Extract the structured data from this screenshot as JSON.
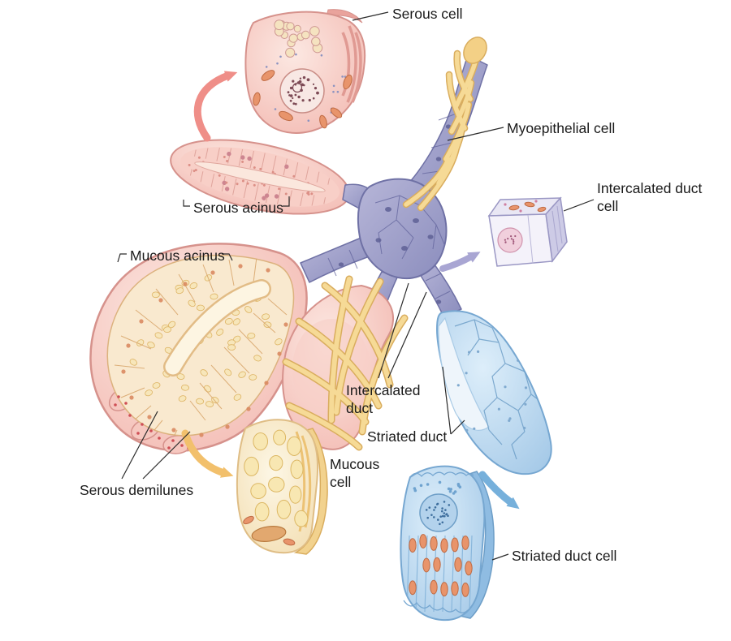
{
  "figure": {
    "labels": {
      "serous_cell": "Serous cell",
      "myoepithelial_cell": "Myoepithelial cell",
      "intercalated_duct_cell": "Intercalated duct\ncell",
      "serous_acinus": "Serous acinus",
      "mucous_acinus": "Mucous acinus",
      "intercalated_duct": "Intercalated\nduct",
      "striated_duct": "Striated duct",
      "serous_demilunes": "Serous demilunes",
      "mucous_cell": "Mucous\ncell",
      "striated_duct_cell": "Striated duct cell"
    },
    "colors": {
      "serous_pink": "#F2B6AE",
      "mucous_cream": "#F6E7C2",
      "duct_purple": "#8E90BF",
      "striated_blue": "#A9CCE8",
      "myoepithelial_yellow": "#F4D38A",
      "mitochondria_orange": "#E8946B",
      "arrow_pink": "#EF8E88",
      "arrow_purple": "#A9A6D3",
      "arrow_orange": "#F2C06C",
      "arrow_blue": "#76B0DB",
      "label_text": "#1A1A1A",
      "leader_line": "#2B2B2B"
    }
  }
}
